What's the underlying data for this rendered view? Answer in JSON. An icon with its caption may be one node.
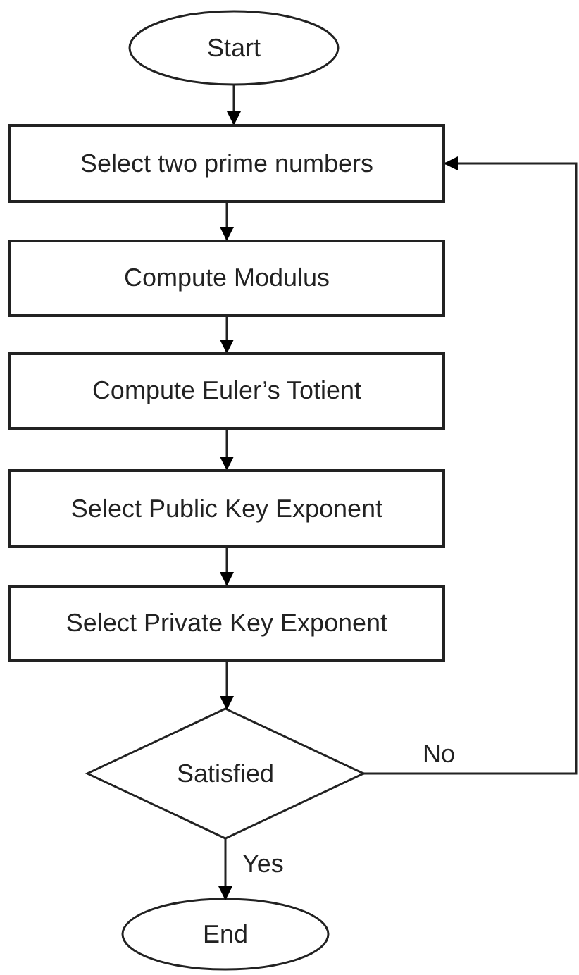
{
  "diagram": {
    "nodes": [
      {
        "text": [
          "Start"
        ]
      },
      {
        "text": [
          "Select two prime numbers"
        ]
      },
      {
        "text": [
          "Compute Modulus"
        ]
      },
      {
        "text": [
          "Compute Euler’s Totient"
        ]
      },
      {
        "text": [
          "Select Public Key Exponent"
        ]
      },
      {
        "text": [
          "Select Private Key Exponent"
        ]
      },
      {
        "text": [
          "Satisfied"
        ]
      },
      {
        "text": [
          "End"
        ]
      }
    ],
    "edges": [
      {
        "from": 0,
        "to": 1,
        "arrow": "to"
      },
      {
        "from": 1,
        "to": 2,
        "arrow": "to"
      },
      {
        "from": 2,
        "to": 3,
        "arrow": "to"
      },
      {
        "from": 3,
        "to": 4,
        "arrow": "to"
      },
      {
        "from": 4,
        "to": 5,
        "arrow": "to"
      },
      {
        "from": 5,
        "to": 6,
        "arrow": "to"
      },
      {
        "from": 6,
        "to": 1,
        "arrow": "to",
        "label": "No"
      },
      {
        "from": 6,
        "to": 7,
        "arrow": "to",
        "label": "Yes"
      }
    ]
  }
}
